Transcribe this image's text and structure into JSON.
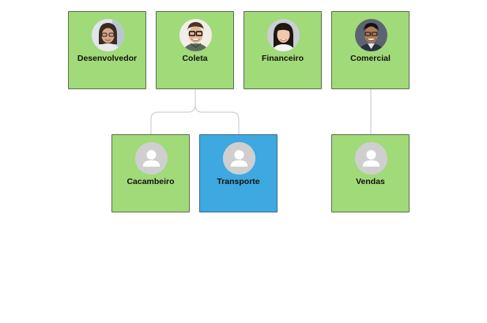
{
  "chart": {
    "nodes": [
      {
        "id": "desenvolvedor",
        "label": "Desenvolvedor",
        "avatar": "woman-glasses-photo",
        "color": "#a1da78"
      },
      {
        "id": "coleta",
        "label": "Coleta",
        "avatar": "man-glasses-photo",
        "color": "#a1da78"
      },
      {
        "id": "financeiro",
        "label": "Financeiro",
        "avatar": "woman-photo",
        "color": "#a1da78"
      },
      {
        "id": "comercial",
        "label": "Comercial",
        "avatar": "man-photo",
        "color": "#a1da78"
      },
      {
        "id": "cacambeiro",
        "label": "Cacambeiro",
        "avatar": "placeholder-person",
        "color": "#a1da78"
      },
      {
        "id": "transporte",
        "label": "Transporte",
        "avatar": "placeholder-person",
        "color": "#3ea8e0"
      },
      {
        "id": "vendas",
        "label": "Vendas",
        "avatar": "placeholder-person",
        "color": "#a1da78"
      }
    ],
    "edges": [
      {
        "from": "coleta",
        "to": "cacambeiro"
      },
      {
        "from": "coleta",
        "to": "transporte"
      },
      {
        "from": "comercial",
        "to": "vendas"
      }
    ]
  }
}
